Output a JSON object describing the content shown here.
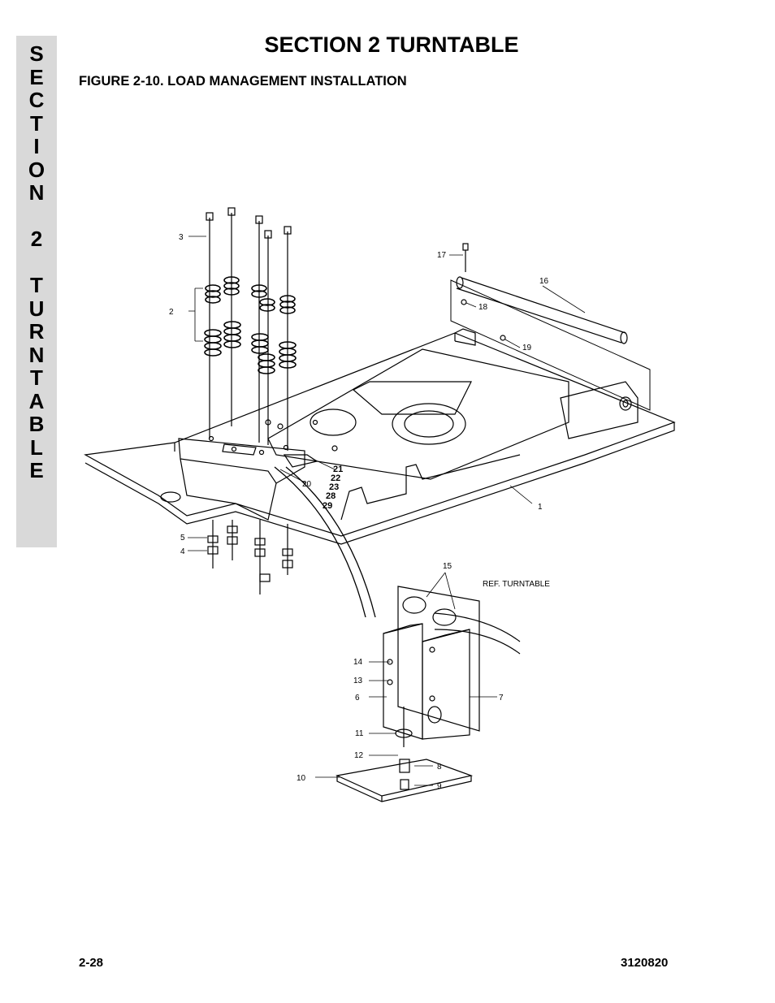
{
  "side_tab": {
    "letters": [
      "S",
      "E",
      "C",
      "T",
      "I",
      "O",
      "N",
      " ",
      "2",
      " ",
      "T",
      "U",
      "R",
      "N",
      "T",
      "A",
      "B",
      "L",
      "E"
    ]
  },
  "header": {
    "section_title": "SECTION 2  TURNTABLE",
    "figure_title": "FIGURE 2-10.  LOAD MANAGEMENT INSTALLATION"
  },
  "callouts": {
    "c1": "1",
    "c2": "2",
    "c3": "3",
    "c4": "4",
    "c5": "5",
    "c6": "6",
    "c7": "7",
    "c8": "8",
    "c9": "9",
    "c10": "10",
    "c11": "11",
    "c12": "12",
    "c13": "13",
    "c14": "14",
    "c15": "15",
    "c16": "16",
    "c17": "17",
    "c18": "18",
    "c19": "19",
    "c20": "20",
    "c21": "21",
    "c22": "22",
    "c23": "23",
    "c28": "28",
    "c29": "29",
    "ref": "REF. TURNTABLE"
  },
  "footer": {
    "page_number": "2-28",
    "document_number": "3120820"
  }
}
